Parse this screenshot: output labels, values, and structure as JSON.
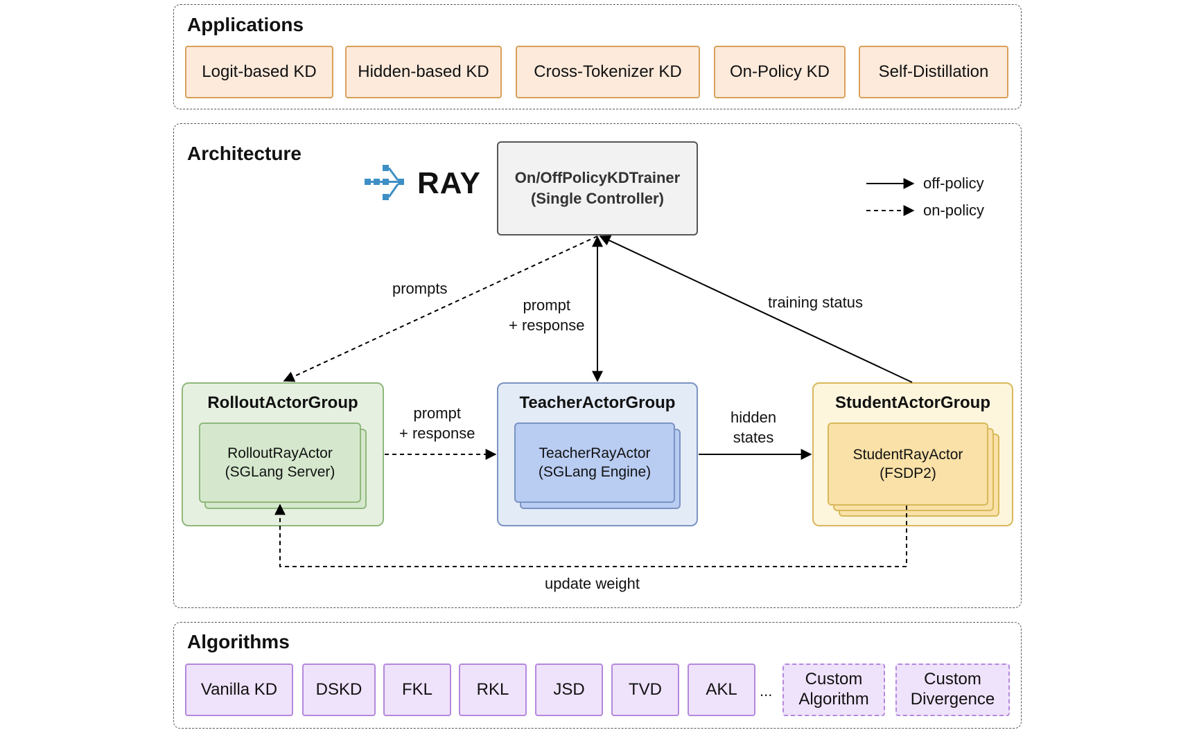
{
  "applications": {
    "title": "Applications",
    "items": [
      "Logit-based KD",
      "Hidden-based KD",
      "Cross-Tokenizer KD",
      "On-Policy KD",
      "Self-Distillation"
    ]
  },
  "architecture": {
    "title": "Architecture",
    "ray_logo_text": "RAY",
    "trainer": {
      "line1": "On/OffPolicyKDTrainer",
      "line2": "(Single Controller)"
    },
    "legend": {
      "solid": "off-policy",
      "dashed": "on-policy"
    },
    "rollout": {
      "title": "RolloutActorGroup",
      "actor_line1": "RolloutRayActor",
      "actor_line2": "(SGLang Server)"
    },
    "teacher": {
      "title": "TeacherActorGroup",
      "actor_line1": "TeacherRayActor",
      "actor_line2": "(SGLang Engine)"
    },
    "student": {
      "title": "StudentActorGroup",
      "actor_line1": "StudentRayActor",
      "actor_line2": "(FSDP2)"
    },
    "edges": {
      "prompts": "prompts",
      "prompt_response_top_1": "prompt",
      "prompt_response_top_2": "+ response",
      "training_status": "training status",
      "prompt_response_mid_1": "prompt",
      "prompt_response_mid_2": "+ response",
      "hidden_states_1": "hidden",
      "hidden_states_2": "states",
      "update_weight": "update weight"
    }
  },
  "algorithms": {
    "title": "Algorithms",
    "items": [
      "Vanilla KD",
      "DSKD",
      "FKL",
      "RKL",
      "JSD",
      "TVD",
      "AKL"
    ],
    "ellipsis": "...",
    "custom_algorithm": {
      "line1": "Custom",
      "line2": "Algorithm"
    },
    "custom_divergence": {
      "line1": "Custom",
      "line2": "Divergence"
    }
  },
  "colors": {
    "app_fill": "#fdeadb",
    "app_border": "#d9a05a",
    "algo_fill": "#efe2fb",
    "algo_border": "#b488dc",
    "rollout_fill": "#e6f0e1",
    "rollout_border": "#8fb87c",
    "teacher_fill": "#e3ebf7",
    "teacher_border": "#7a93c2",
    "student_fill": "#fdf5dc",
    "student_border": "#d8b85a",
    "ray_blue": "#3d8fc5"
  }
}
